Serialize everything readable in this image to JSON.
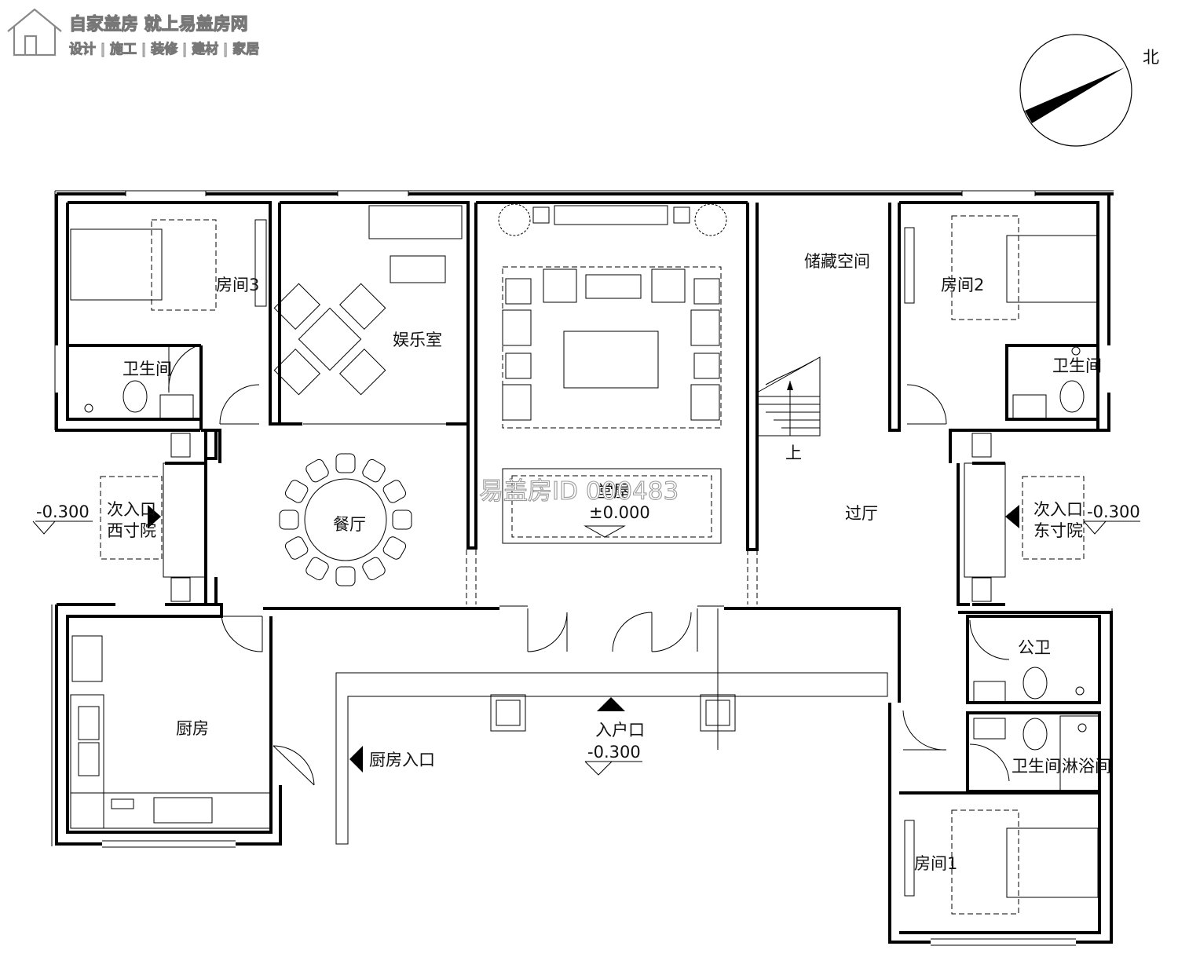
{
  "logo": {
    "title": "自家盖房 就上易盖房网",
    "subtitle": "设计 | 施工 | 装修 | 建材 | 家居"
  },
  "watermark": "易盖房ID 000483",
  "compass": {
    "north_label": "北"
  },
  "rooms": {
    "bedroom3": "房间3",
    "bathroom_nw": "卫生间",
    "entertainment": "娱乐室",
    "dining": "餐厅",
    "hall": "堂屋",
    "hall_level": "±0.000",
    "storage": "储藏空间",
    "bedroom2": "房间2",
    "bathroom_ne": "卫生间",
    "corridor": "过厅",
    "stair_up": "上",
    "public_wc": "公卫",
    "bathroom_se": "卫生间",
    "shower": "淋浴间",
    "kitchen": "厨房",
    "bedroom1": "房间1"
  },
  "entries": {
    "west_entry": "次入口",
    "west_yard": "西寸院",
    "west_level": "-0.300",
    "east_entry": "次入口",
    "east_yard": "东寸院",
    "east_level": "-0.300",
    "main_entry": "入户口",
    "main_level": "-0.300",
    "kitchen_entry": "厨房入口"
  }
}
